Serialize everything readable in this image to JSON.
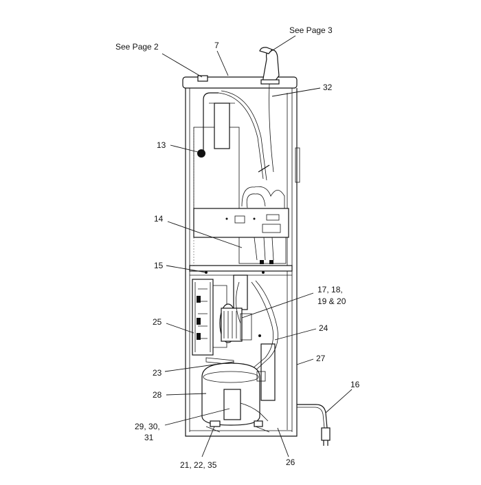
{
  "callouts": {
    "see_page_2": "See Page 2",
    "see_page_3": "See Page 3",
    "c7": "7",
    "c32": "32",
    "c13": "13",
    "c14": "14",
    "c15": "15",
    "c17": "17, 18,",
    "c17b": "19 & 20",
    "c25": "25",
    "c24": "24",
    "c27": "27",
    "c16": "16",
    "c23": "23",
    "c28": "28",
    "c29": "29, 30,",
    "c29b": "31",
    "c21": "21, 22, 35",
    "c26": "26"
  }
}
